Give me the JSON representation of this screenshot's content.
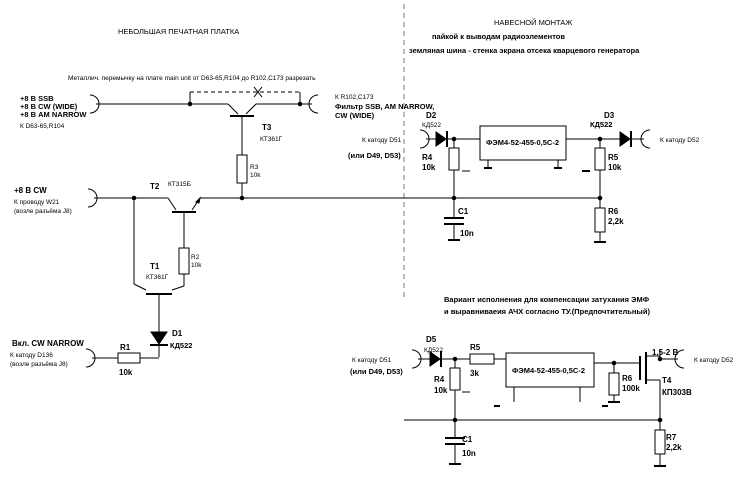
{
  "headers": {
    "left": "НЕБОЛЬШАЯ ПЕЧАТНАЯ ПЛАТКА",
    "right": "НАВЕСНОЙ МОНТАЖ",
    "solder": "пайкой к выводам радиоэлементов",
    "ground": "земляная шина - стенка экрана отсека кварцевого генератора",
    "variant1": "Вариант исполнения для компенсации затухания ЭМФ",
    "variant2": "и выравниваеия АЧХ согласно ТУ.(Предпочтительный)"
  },
  "notes": {
    "jumper": "Металлич. перемычку на плате main unit от D63-65,R104 до R102,C173 разрезать"
  },
  "inputs": {
    "ssb": "+8 В SSB",
    "cw_wide": "+8 В CW (WIDE)",
    "am_narrow": "+8 В AM NARROW",
    "from_d63": "К D63-65,R104",
    "cw8": "+8 В CW",
    "w21": "К проводу W21",
    "near_j8": "(возле разъёма J8)",
    "cw_narrow": "Вкл. CW NARROW",
    "d136": "К катоду  D136",
    "near_j8_2": "(возле разъёма J8)"
  },
  "outputs": {
    "r102": "К R102,C173",
    "filter1": "Фильтр SSB, AM NARROW,",
    "filter2": "CW (WIDE)"
  },
  "components": {
    "t3": {
      "ref": "T3",
      "type": "КТ361Г"
    },
    "t2": {
      "ref": "T2",
      "type": "КТ315Б"
    },
    "t1": {
      "ref": "T1",
      "type": "КТ361Г"
    },
    "r3": {
      "ref": "R3",
      "val": "10k"
    },
    "r2": {
      "ref": "R2",
      "val": "10k"
    },
    "r1": {
      "ref": "R1",
      "val": "10k"
    },
    "d1": {
      "ref": "D1",
      "type": "КД522"
    },
    "d2": {
      "ref": "D2",
      "type": "КД522"
    },
    "d3": {
      "ref": "D3",
      "type": "КД522"
    },
    "r4": {
      "ref": "R4",
      "val": "10k"
    },
    "r5": {
      "ref": "R5",
      "val": "10k"
    },
    "r6": {
      "ref": "R6",
      "val": "2,2k"
    },
    "c1": {
      "ref": "C1",
      "val": "10n"
    },
    "emf": "ФЭМ4-52-455-0,5С-2"
  },
  "right_top": {
    "d51": "К катоду D51",
    "d49": "(или D49, D53)",
    "d52": "К катоду D52"
  },
  "variant": {
    "d5": {
      "ref": "D5",
      "type": "КД522"
    },
    "r5": {
      "ref": "R5",
      "val": "3k"
    },
    "r4": {
      "ref": "R4",
      "val": "10k"
    },
    "r6": {
      "ref": "R6",
      "val": "100k"
    },
    "c1": {
      "ref": "C1",
      "val": "10n"
    },
    "r7": {
      "ref": "R7",
      "val": "2,2k"
    },
    "t4": {
      "ref": "T4",
      "type": "КП303В"
    },
    "voltage": "1,5-2 В",
    "emf": "ФЭМ4-52-455-0,5С-2",
    "d51": "К катоду D51",
    "d49": "(или D49, D53)",
    "d52": "К катоду D52"
  }
}
